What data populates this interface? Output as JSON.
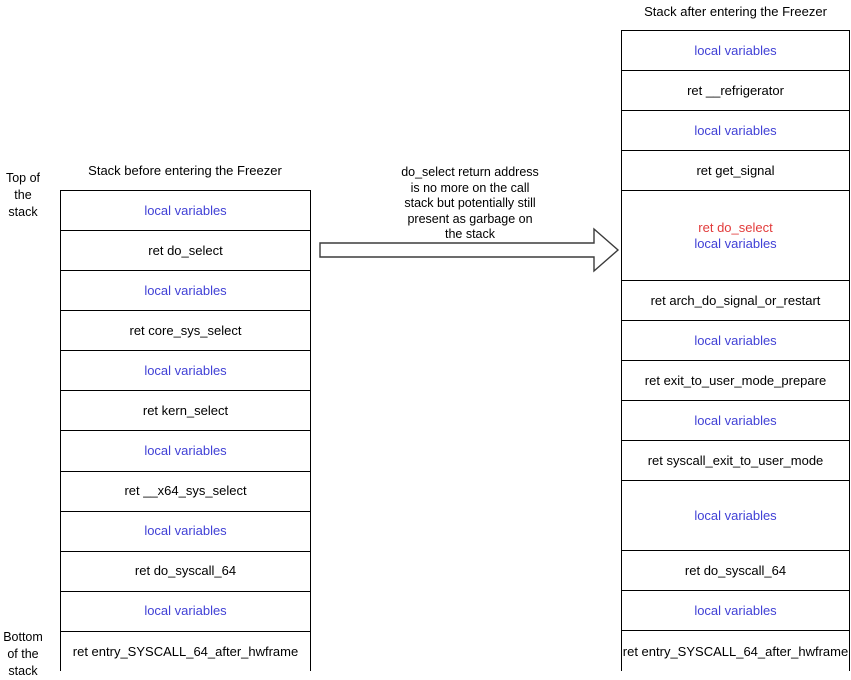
{
  "colors": {
    "local_variables_text": "#4141d6",
    "highlight_ret_text": "#e23b3b",
    "default_text": "#000000",
    "border": "#000000",
    "background": "#ffffff"
  },
  "left_panel": {
    "title": "Stack before entering the Freezer",
    "top_label": "Top of\nthe\nstack",
    "bottom_label": "Bottom\nof the\nstack",
    "rows": [
      {
        "text": "local variables",
        "kind": "local"
      },
      {
        "text": "ret do_select",
        "kind": "ret"
      },
      {
        "text": "local variables",
        "kind": "local"
      },
      {
        "text": "ret core_sys_select",
        "kind": "ret"
      },
      {
        "text": "local variables",
        "kind": "local"
      },
      {
        "text": "ret kern_select",
        "kind": "ret"
      },
      {
        "text": "local variables",
        "kind": "local"
      },
      {
        "text": "ret __x64_sys_select",
        "kind": "ret"
      },
      {
        "text": "local variables",
        "kind": "local"
      },
      {
        "text": "ret do_syscall_64",
        "kind": "ret"
      },
      {
        "text": "local variables",
        "kind": "local"
      },
      {
        "text": "ret entry_SYSCALL_64_after_hwframe",
        "kind": "ret"
      }
    ]
  },
  "middle": {
    "note": "do_select return address is no more on the call stack but potentially still present as garbage on the stack",
    "note_lines": [
      "do_select return address",
      "is no more on the call",
      "stack but potentially still",
      "present as garbage on",
      "the stack"
    ],
    "arrow_icon": "right-block-arrow-icon"
  },
  "right_panel": {
    "title": "Stack after entering the Freezer",
    "rows": [
      {
        "text": "local variables",
        "kind": "local",
        "height": 40
      },
      {
        "text": "ret __refrigerator",
        "kind": "ret",
        "height": 40
      },
      {
        "text": "local variables",
        "kind": "local",
        "height": 40
      },
      {
        "text": "ret get_signal",
        "kind": "ret",
        "height": 40
      },
      {
        "kind": "garbage",
        "height": 90,
        "lines": [
          {
            "text": "ret do_select",
            "style": "highlight"
          },
          {
            "text": "local variables",
            "style": "local"
          }
        ]
      },
      {
        "text": "ret arch_do_signal_or_restart",
        "kind": "ret",
        "height": 40
      },
      {
        "text": "local variables",
        "kind": "local",
        "height": 40
      },
      {
        "text": "ret exit_to_user_mode_prepare",
        "kind": "ret",
        "height": 40
      },
      {
        "text": "local variables",
        "kind": "local",
        "height": 40
      },
      {
        "text": "ret syscall_exit_to_user_mode",
        "kind": "ret",
        "height": 40
      },
      {
        "text": "local variables",
        "kind": "local",
        "height": 70
      },
      {
        "text": "ret do_syscall_64",
        "kind": "ret",
        "height": 40
      },
      {
        "text": "local variables",
        "kind": "local",
        "height": 40
      },
      {
        "text": "ret entry_SYSCALL_64_after_hwframe",
        "kind": "ret",
        "height": 41
      }
    ]
  }
}
